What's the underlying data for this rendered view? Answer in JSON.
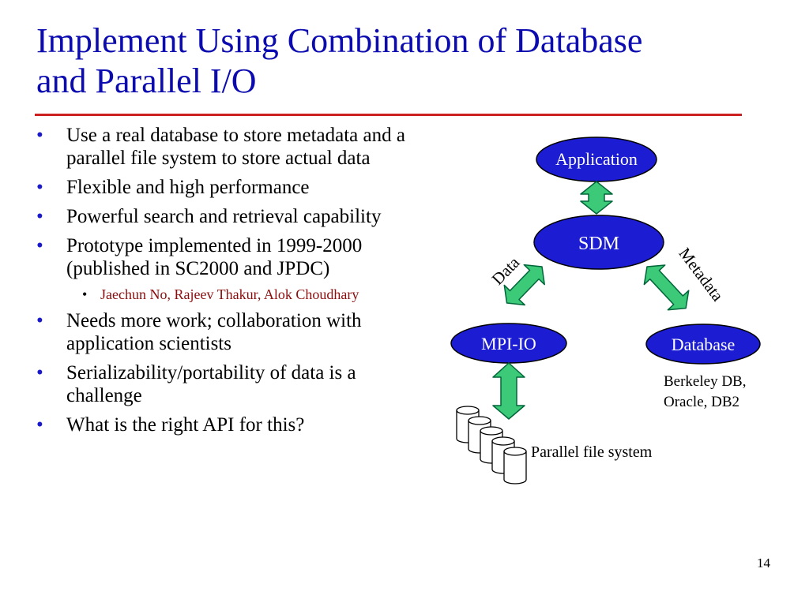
{
  "title_line1": "Implement Using Combination of Database",
  "title_line2": "and Parallel I/O",
  "bullets": [
    "Use a real database to store metadata and a parallel file system to store actual data",
    "Flexible and high performance",
    "Powerful search and retrieval capability",
    "Prototype implemented in 1999-2000 (published in SC2000 and JPDC)",
    "Jaechun No, Rajeev Thakur, Alok Choudhary",
    "Needs more work; collaboration with application scientists",
    "Serializability/portability of data is a challenge",
    "What is the right API for this?"
  ],
  "bullet_glyph": "•",
  "diagram": {
    "nodes": {
      "application": "Application",
      "sdm": "SDM",
      "mpiio": "MPI-IO",
      "database": "Database"
    },
    "edge_labels": {
      "data": "Data",
      "metadata": "Metadata"
    },
    "db_examples_line1": "Berkeley DB,",
    "db_examples_line2": "Oracle, DB2",
    "pfs_label": "Parallel file system"
  },
  "page_number": "14",
  "colors": {
    "title": "#0b0bb0",
    "rule": "#cc1f1f",
    "node_fill": "#1c1cd2",
    "node_text": "#ffffff",
    "arrow_fill": "#3cc978",
    "arrow_stroke": "#00663a",
    "sub_bullet_text": "#8b0d0d"
  }
}
